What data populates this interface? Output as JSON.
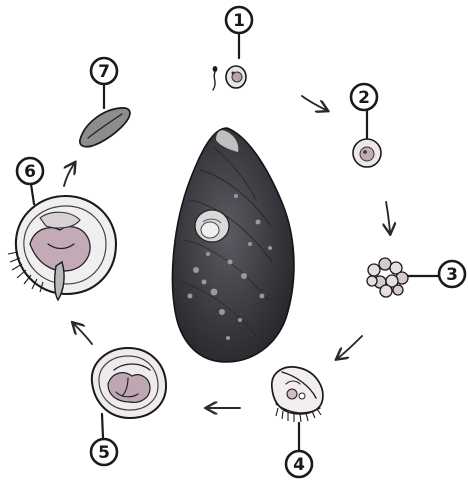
{
  "stages": [
    {
      "number": "1",
      "name": "egg-and-sperm"
    },
    {
      "number": "2",
      "name": "fertilized-egg"
    },
    {
      "number": "3",
      "name": "morula"
    },
    {
      "number": "4",
      "name": "trochophore-larva"
    },
    {
      "number": "5",
      "name": "veliger-larva"
    },
    {
      "number": "6",
      "name": "pediveliger-larva"
    },
    {
      "number": "7",
      "name": "juvenile-mussel"
    }
  ],
  "colors": {
    "ink": "#1a1a1a",
    "shell_dark": "#2b2b30",
    "shell_mid": "#55565c",
    "grey_fill": "#8f8f8f",
    "pink_tint": "#c9a9b8"
  }
}
